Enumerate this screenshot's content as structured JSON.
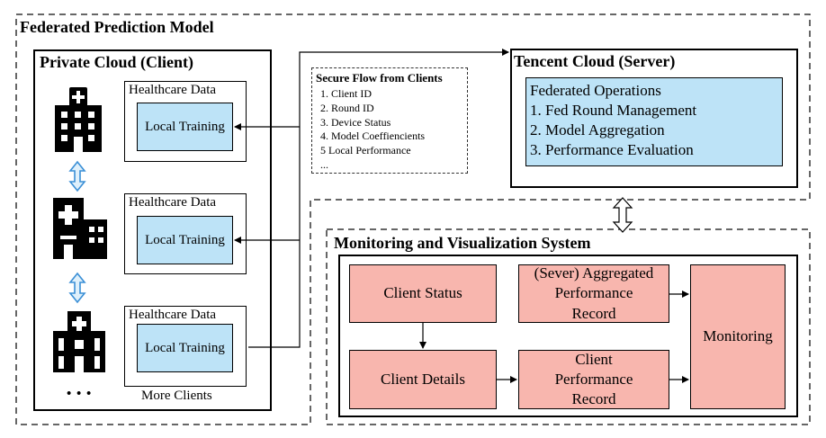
{
  "outer_title": "Federated Prediction Model",
  "client": {
    "title": "Private Cloud (Client)",
    "nodes": [
      {
        "data_label": "Healthcare Data",
        "training_label": "Local Training"
      },
      {
        "data_label": "Healthcare Data",
        "training_label": "Local Training"
      },
      {
        "data_label": "Healthcare Data",
        "training_label": "Local Training"
      }
    ],
    "ellipsis": "• • •",
    "more_clients": "More Clients"
  },
  "secure_flow": {
    "title": "Secure Flow from Clients",
    "items": [
      "1. Client ID",
      "2. Round ID",
      "3. Device Status",
      "4. Model Coeffiencients",
      "5 Local Performance",
      "..."
    ]
  },
  "server": {
    "title": "Tencent Cloud (Server)",
    "ops_title": "Federated Operations",
    "ops": [
      "1. Fed Round Management",
      "2. Model Aggregation",
      "3. Performance Evaluation"
    ]
  },
  "monitoring": {
    "title": "Monitoring and Visualization System",
    "client_status": "Client Status",
    "client_details": "Client Details",
    "aggregated_record": "(Sever) Aggregated Performance Record",
    "client_perf_record": "Client Performance Record",
    "monitoring": "Monitoring"
  },
  "icons": [
    "hospital-building-icon",
    "medical-clinic-icon",
    "hospital-tower-icon",
    "bidirectional-arrow-icon"
  ],
  "colors": {
    "blue_fill": "#bde3f7",
    "red_fill": "#f8b6ae",
    "sync_arrow": "#3a8fd6"
  }
}
